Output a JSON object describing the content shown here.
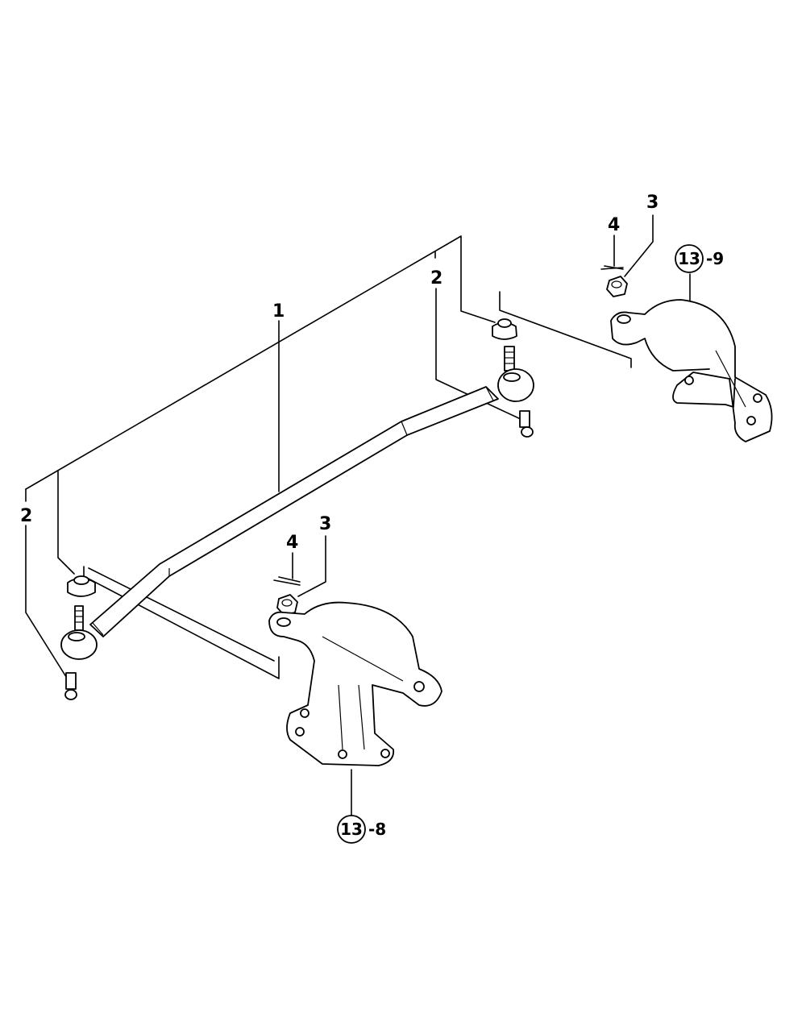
{
  "callouts": {
    "tie_rod": "1",
    "tie_rod_end_right": "2",
    "tie_rod_end_left": "2",
    "nut_right": "3",
    "nut_left": "3",
    "cotter_pin_right": "4",
    "cotter_pin_left": "4"
  },
  "references": {
    "knuckle_arm_right": {
      "group": "13",
      "suffix": "-9"
    },
    "knuckle_arm_left": {
      "group": "13",
      "suffix": "-8"
    }
  }
}
